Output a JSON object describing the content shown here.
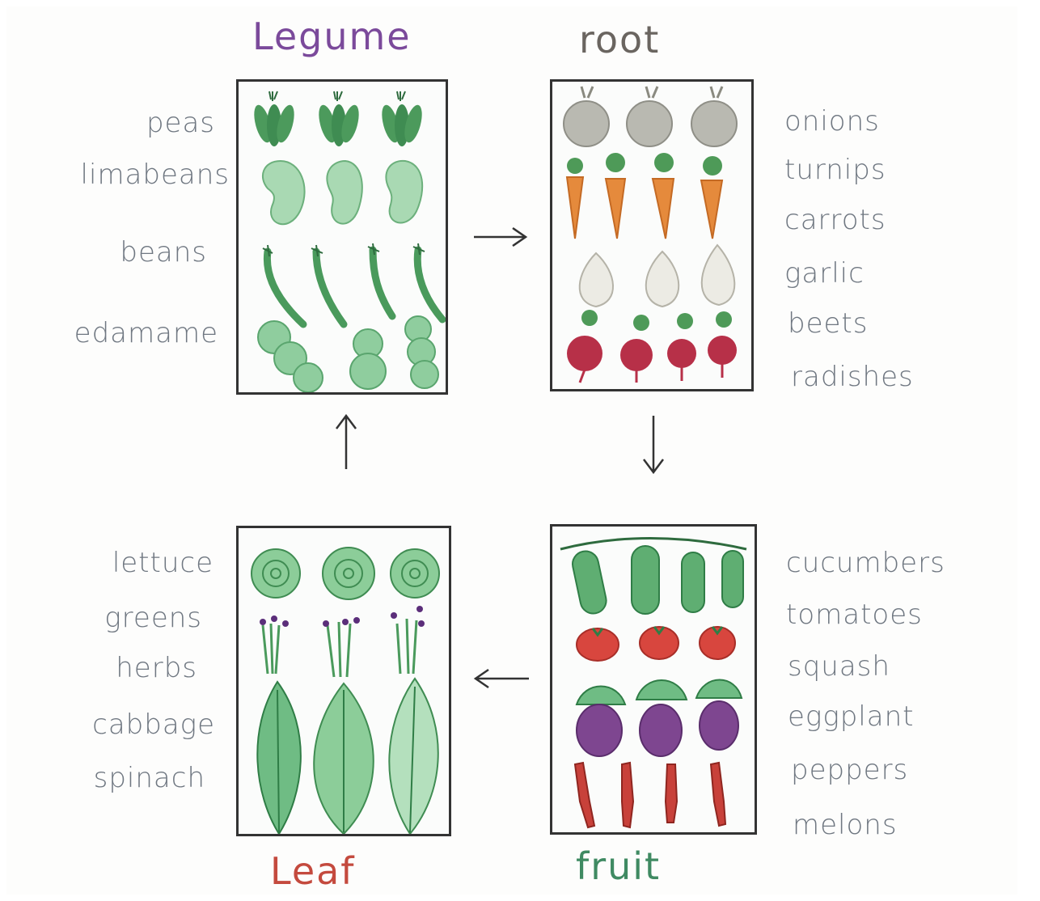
{
  "groups": {
    "legume": {
      "title": "Legume",
      "color": "#7b4a9b",
      "items": [
        "peas",
        "limabeans",
        "beans",
        "edamame"
      ]
    },
    "root": {
      "title": "root",
      "color": "#6a6560",
      "items": [
        "onions",
        "turnips",
        "carrots",
        "garlic",
        "beets",
        "radishes"
      ]
    },
    "leaf": {
      "title": "Leaf",
      "color": "#c44a3e",
      "items": [
        "lettuce",
        "greens",
        "herbs",
        "cabbage",
        "spinach"
      ]
    },
    "fruit": {
      "title": "fruit",
      "color": "#3f8a62",
      "items": [
        "cucumbers",
        "tomatoes",
        "squash",
        "eggplant",
        "peppers",
        "melons"
      ]
    }
  },
  "flow": [
    "legume-to-root",
    "root-to-fruit",
    "fruit-to-leaf",
    "leaf-to-legume"
  ],
  "icons": [
    "pea-pod-icon",
    "lima-bean-icon",
    "bean-pod-icon",
    "edamame-pod-icon",
    "onion-icon",
    "carrot-icon",
    "garlic-icon",
    "radish-icon",
    "lettuce-icon",
    "herb-sprig-icon",
    "leaf-icon",
    "cucumber-icon",
    "tomato-icon",
    "eggplant-icon",
    "pepper-icon"
  ]
}
